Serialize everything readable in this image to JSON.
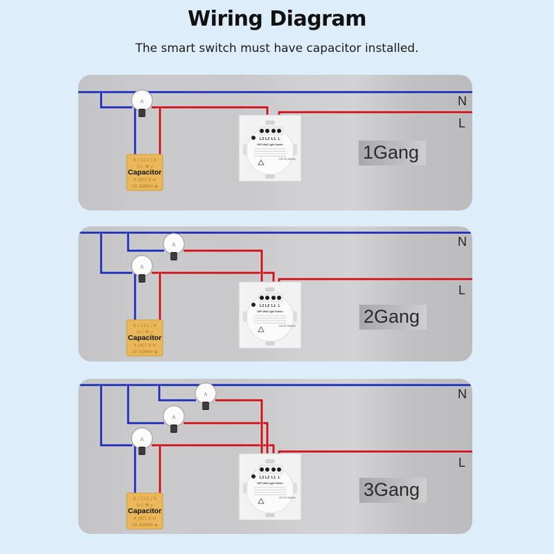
{
  "header": {
    "title": "Wiring Diagram",
    "subtitle": "The smart switch must have capacitor installed."
  },
  "colors": {
    "background": "#ddeefa",
    "neutral_wire": "#1a2fb5",
    "live_wire": "#c8141c",
    "capacitor": "#e8b85a"
  },
  "legend": {
    "neutral": "N",
    "live": "L"
  },
  "capacitor_label": "Capacitor",
  "switch": {
    "model_label": "WiFi Wall Light Switch",
    "terminals": [
      "L3",
      "L2",
      "L1",
      "L"
    ]
  },
  "panels": [
    {
      "label": "1Gang",
      "gangs": 1,
      "bulbs": 1,
      "connected_terminals": [
        "L2",
        "L"
      ]
    },
    {
      "label": "2Gang",
      "gangs": 2,
      "bulbs": 2,
      "connected_terminals": [
        "L3",
        "L1",
        "L"
      ]
    },
    {
      "label": "3Gang",
      "gangs": 3,
      "bulbs": 3,
      "connected_terminals": [
        "L3",
        "L2",
        "L1",
        "L"
      ]
    }
  ]
}
